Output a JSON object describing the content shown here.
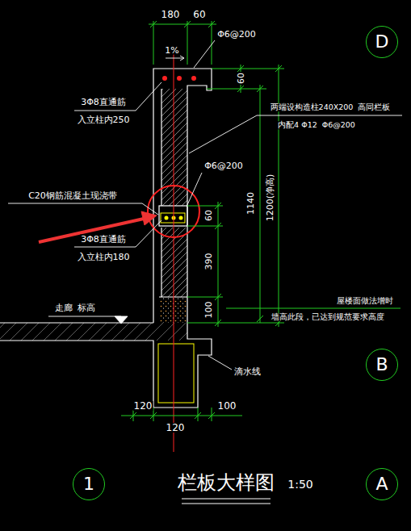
{
  "diagram": {
    "title": "栏板大样图",
    "nodes": [
      {
        "text": [
          "D"
        ]
      },
      {
        "text": [
          "B"
        ]
      },
      {
        "text": [
          "1"
        ]
      },
      {
        "text": [
          "A"
        ]
      }
    ],
    "labels": [
      "180",
      "60",
      "Φ6@200",
      "1%",
      "60",
      "3Φ8直通筋",
      "入立柱内250",
      "两端设构造柱240X200  高同栏板",
      "内配4 Φ12  Φ6@200",
      "Φ6@200",
      "C20钢筋混凝土现浇带",
      "60",
      "1140",
      "1200(净高)",
      "3Φ8直通筋",
      "入立柱内180",
      "390",
      "屋楼面做法增时",
      "墙高此段，已达到规范要求高度",
      "100",
      "走廊  标高",
      "滴水线",
      "120",
      "120",
      "100",
      "1:50"
    ]
  }
}
